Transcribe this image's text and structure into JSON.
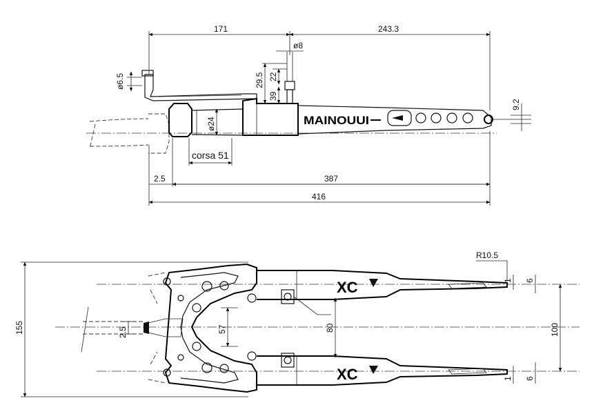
{
  "side_view": {
    "dims": {
      "d171": "171",
      "d243": "243.3",
      "d8": "ø8",
      "d65": "ø6.5",
      "d295": "29.5",
      "d22": "22",
      "d39": "39",
      "d24": "ø24",
      "d92": "9.2",
      "corsa": "corsa 51",
      "d25": "2.5",
      "d387": "387",
      "d416": "416"
    },
    "brand": "MAINOUUI"
  },
  "front_view": {
    "dims": {
      "d155": "155",
      "d25": "2.5",
      "d57": "57",
      "d80": "80",
      "d100": "100",
      "r105": "R10.5",
      "d1_top": "1",
      "d6_top": "6",
      "d1_bot": "1",
      "d6_bot": "6"
    },
    "brand_top": "XC",
    "brand_bot": "XC"
  }
}
